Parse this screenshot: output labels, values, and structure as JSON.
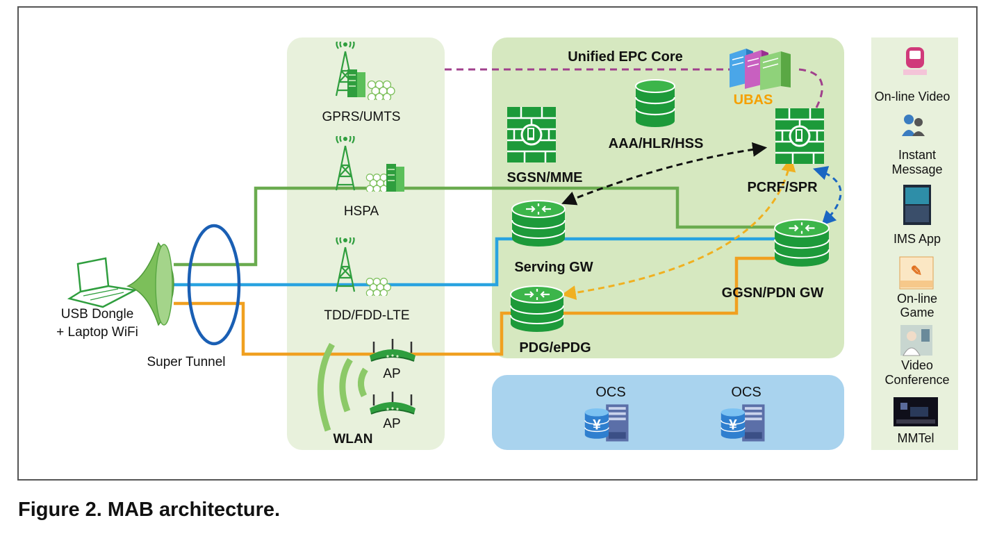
{
  "figure": {
    "caption": "Figure 2. MAB architecture."
  },
  "access": {
    "gprs": "GPRS/UMTS",
    "hspa": "HSPA",
    "lte": "TDD/FDD-LTE",
    "ap1": "AP",
    "ap2": "AP",
    "wlan": "WLAN"
  },
  "client": {
    "line1": "USB Dongle",
    "line2": "+ Laptop WiFi",
    "tunnel": "Super Tunnel"
  },
  "core": {
    "title": "Unified EPC Core",
    "ubas": "UBAS",
    "sgsn": "SGSN/MME",
    "aaa": "AAA/HLR/HSS",
    "pcrf": "PCRF/SPR",
    "sgw": "Serving GW",
    "ggsn": "GGSN/PDN GW",
    "pdg": "PDG/ePDG"
  },
  "billing": {
    "ocs1": "OCS",
    "ocs2": "OCS"
  },
  "services": {
    "video": "On-line Video",
    "im1": "Instant",
    "im2": "Message",
    "ims": "IMS App",
    "game1": "On-line",
    "game2": "Game",
    "vc1": "Video",
    "vc2": "Conference",
    "mmtel": "MMTel"
  },
  "colors": {
    "green_line": "#6aab4f",
    "blue_line": "#29a3e0",
    "orange_line": "#f0a020",
    "panel_green": "#e8f1dc",
    "core_green": "#d6e8c0",
    "ocs_blue": "#a9d3ee",
    "icon_green": "#2f9e3e",
    "ubas_orange": "#f5a000",
    "purple_dash": "#a0408c"
  }
}
